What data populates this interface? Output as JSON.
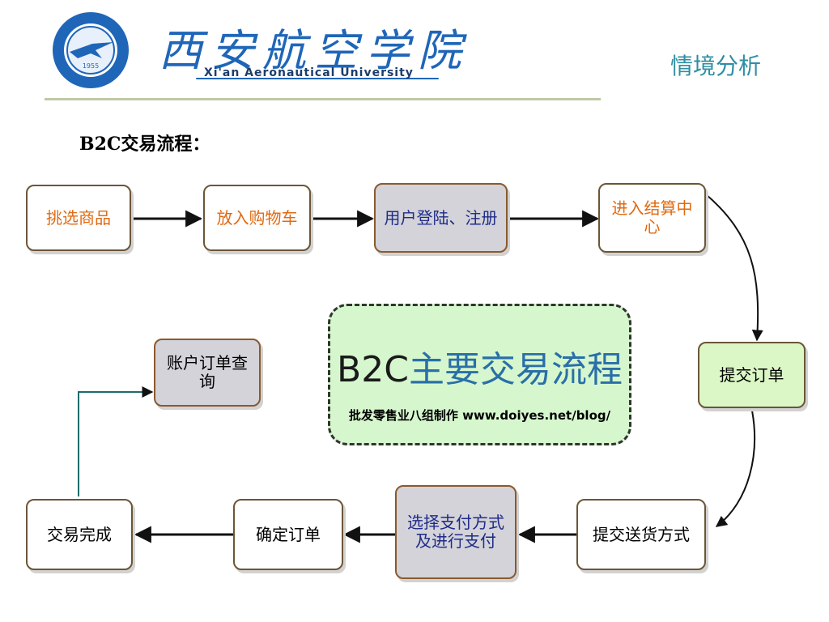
{
  "header": {
    "logo_calligraphy": "西安航空学院",
    "logo_english": "Xi'an Aeronautical University",
    "emblem_year": "1955",
    "section_title": "情境分析"
  },
  "slide": {
    "heading": "B2C交易流程："
  },
  "flow": {
    "nodes": {
      "select_goods": "挑选商品",
      "add_cart": "放入购物车",
      "login_register": "用户登陆、注册",
      "checkout": "进入结算中心",
      "submit_order": "提交订单",
      "delivery_method": "提交送货方式",
      "payment": "选择支付方式及进行支付",
      "confirm_order": "确定订单",
      "complete": "交易完成",
      "account_query": "账户订单查询"
    },
    "center": {
      "title_b2c": "B2C",
      "title_rest": "主要交易流程",
      "subtitle": "批发零售业八组制作 www.doiyes.net/blog/"
    }
  },
  "colors": {
    "accent_teal": "#2f8ea3",
    "node_orange_text": "#e06a12",
    "grey_box": "#d3d3d9",
    "green_box": "#dcf7c6",
    "connector_teal": "#1e6b6b"
  }
}
